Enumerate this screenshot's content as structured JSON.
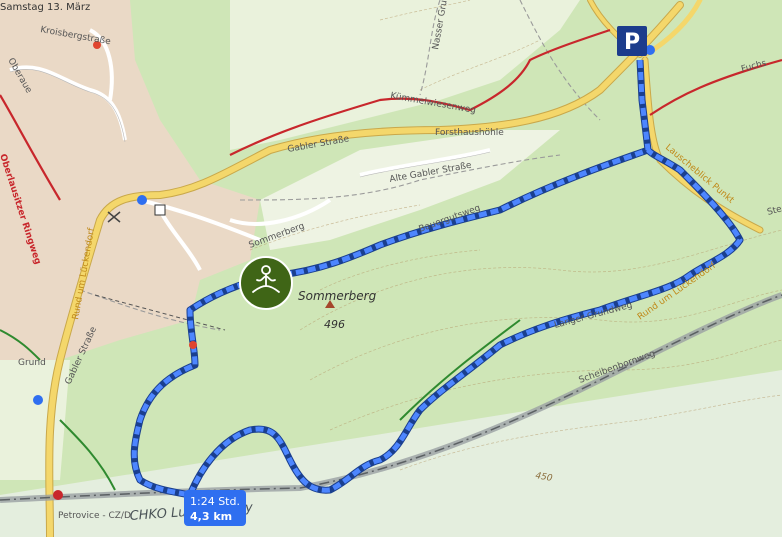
{
  "header": {
    "date_label": "Samstag 13. März"
  },
  "route": {
    "duration": "1:24 Std.",
    "distance": "4,3 km"
  },
  "places": {
    "kroberg_street": "Kroisbergstraße",
    "oberaue": "Oberaue",
    "nasser_grund": "Nasser Grund",
    "kummelwiesenweg": "Kümmelwiesenweg",
    "forsthaushohle": "Forsthaushöhle",
    "fuchs": "Fuchs",
    "gabler_strasse_top": "Gabler Straße",
    "alte_gabler_strasse": "Alte Gabler Straße",
    "lausitzer_ringweg": "Oberlausitzer Ringweg",
    "sommerberg_street": "Sommerberg",
    "bauergutsweg": "Bauergutsweg",
    "lausche_punkt": "Lauscheblick Punkt",
    "ste": "Ste",
    "sommerberg_peak": "Sommerberg",
    "peak_elevation": "496",
    "rund_um_luckendorf_left": "Rund um Lückendorf",
    "rund_um_luckendorf_right": "Rund um Lückendorf",
    "langer_grundweg": "Langer Grundweg",
    "scheibenbornweg": "Scheibenbornweg",
    "gabler_strasse_left": "Gabler Straße",
    "grund": "Grund",
    "contour_450": "450",
    "chko": "CHKO Lužické hory",
    "petrovice": "Petrovice - CZ/D"
  },
  "icons": {
    "parking": "P",
    "poi": "meditation-icon"
  },
  "colors": {
    "route": "#2f6ff0",
    "road_yellow": "#f4d76b",
    "road_red": "#c8272c",
    "forest": "#cfe6b7",
    "open_land": "#eaf2dc",
    "poi_bg": "#3f6516",
    "parking_bg": "#1c3c8c",
    "border": "#9aa0a3"
  }
}
